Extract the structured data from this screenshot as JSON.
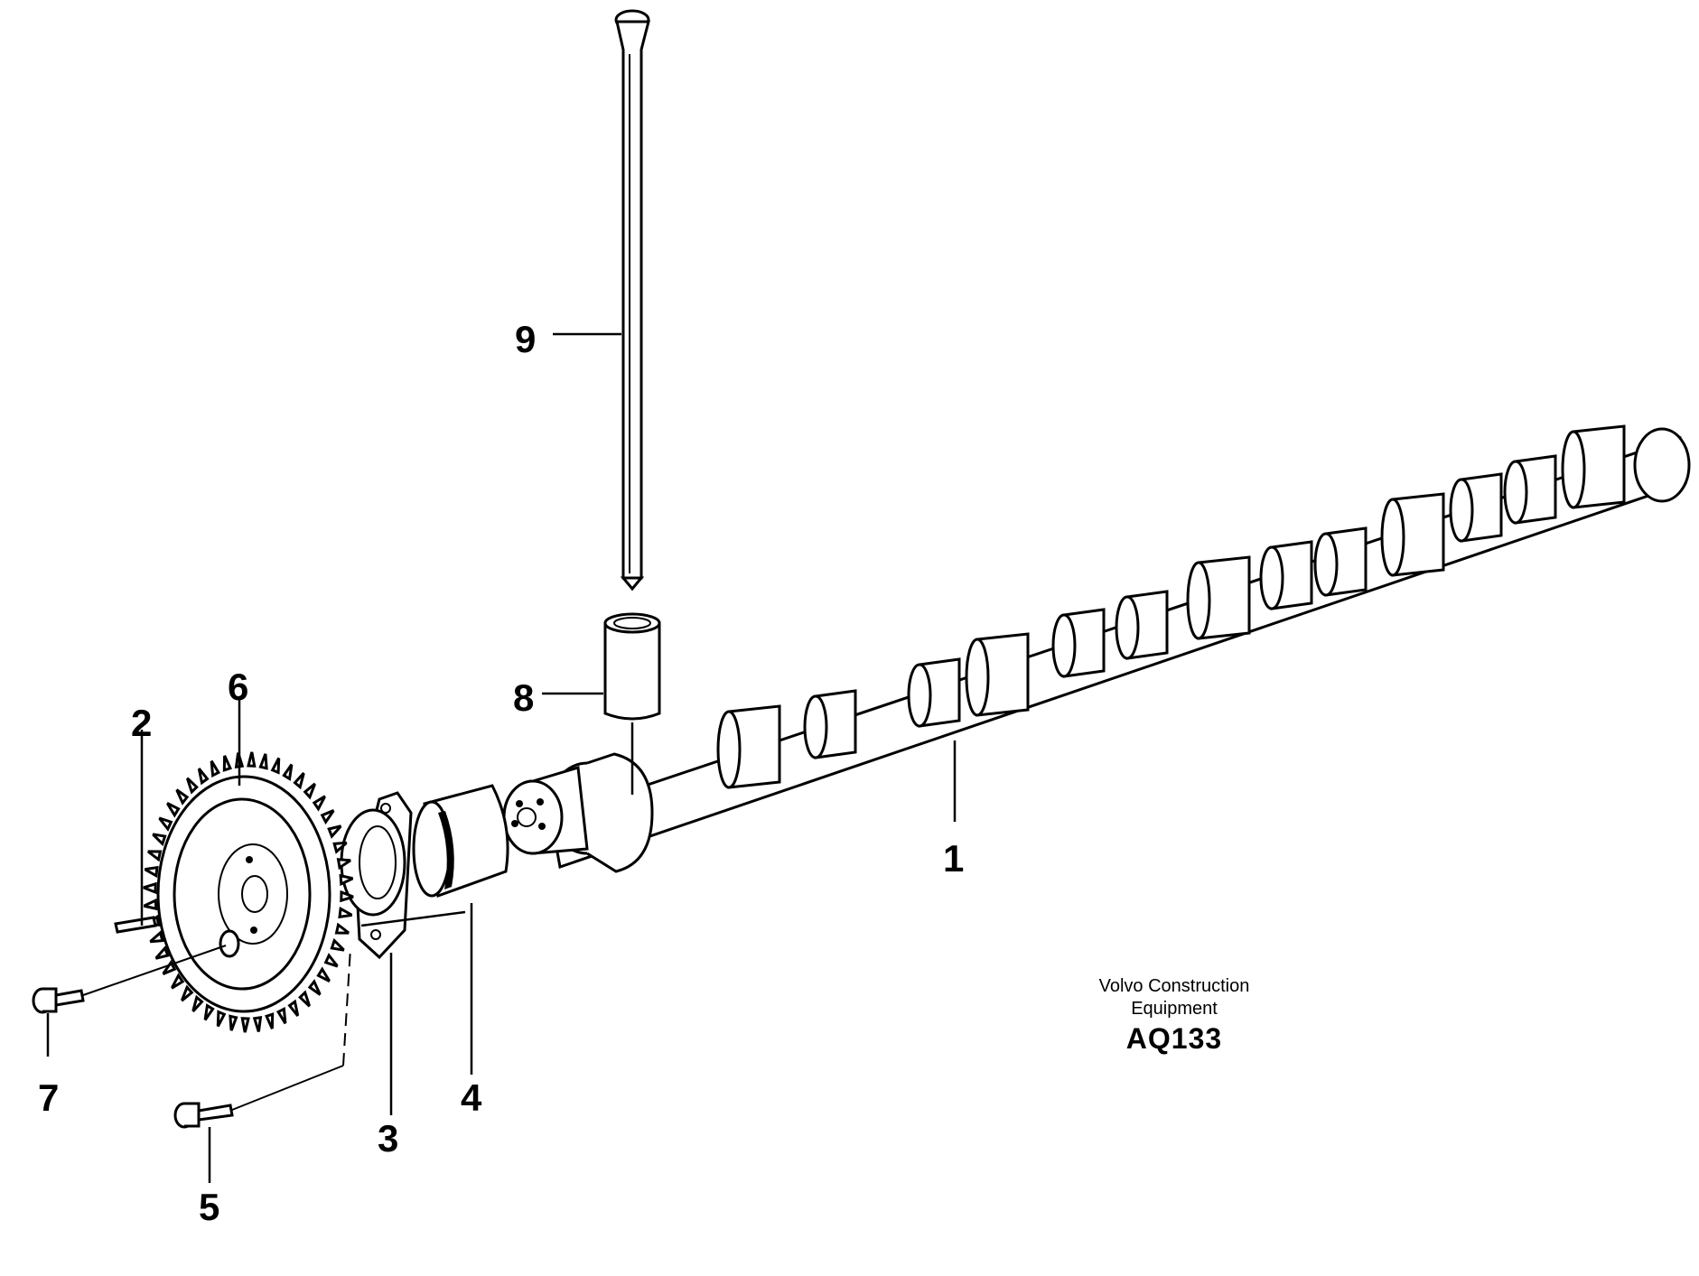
{
  "callouts": {
    "c1": "1",
    "c2": "2",
    "c3": "3",
    "c4": "4",
    "c5": "5",
    "c6": "6",
    "c7": "7",
    "c8": "8",
    "c9": "9"
  },
  "caption": {
    "line1": "Volvo Construction",
    "line2": "Equipment",
    "code": "AQ133"
  }
}
